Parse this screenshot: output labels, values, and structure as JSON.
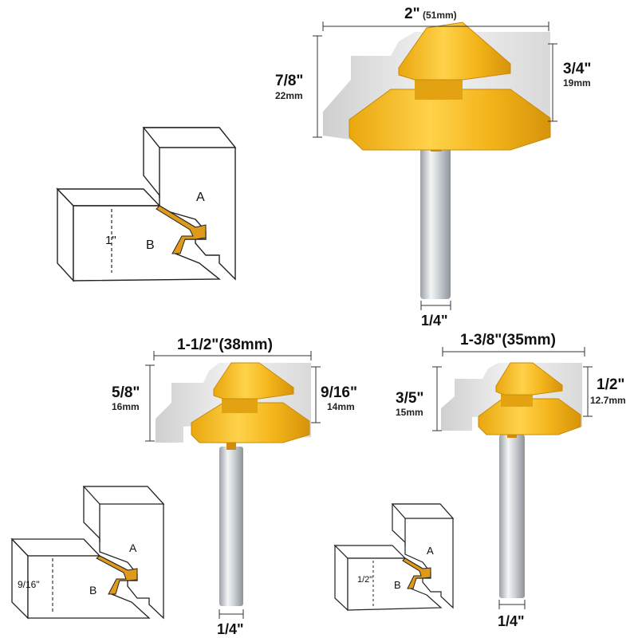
{
  "colors": {
    "cutter": "#F2B418",
    "cutter_dark": "#C98A0A",
    "cutter_light": "#FFD45A",
    "shank": "#C9CDD2",
    "wood": "#E4E4E4",
    "outline": "#222222",
    "joint": "#E09A1A"
  },
  "large_bit": {
    "width_in": "2\"",
    "width_mm": "(51mm)",
    "height_in": "7/8\"",
    "height_mm": "22mm",
    "cut_in": "3/4\"",
    "cut_mm": "19mm",
    "shank": "1/4\""
  },
  "medium_bit": {
    "width": "1-1/2\"(38mm)",
    "height_in": "5/8\"",
    "height_mm": "16mm",
    "cut_in": "9/16\"",
    "cut_mm": "14mm",
    "shank": "1/4\""
  },
  "small_bit": {
    "width": "1-3/8\"(35mm)",
    "height_in": "3/5\"",
    "height_mm": "15mm",
    "cut_in": "1/2\"",
    "cut_mm": "12.7mm",
    "shank": "1/4\""
  },
  "joint_large": {
    "label_a": "A",
    "label_b": "B",
    "thickness": "1\""
  },
  "joint_medium": {
    "label_a": "A",
    "label_b": "B",
    "thickness": "9/16\""
  },
  "joint_small": {
    "label_a": "A",
    "label_b": "B",
    "thickness": "1/2\""
  }
}
